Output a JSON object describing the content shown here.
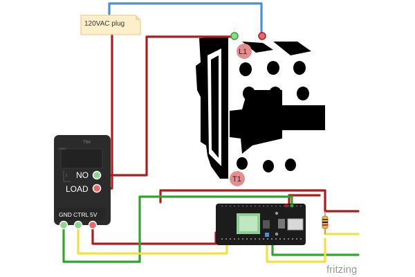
{
  "diagram": {
    "plug_label": "120VAC plug",
    "relay": {
      "top_text": "T9A",
      "side_text": "CNSK",
      "pins": {
        "no": "NO",
        "load": "LOAD",
        "gnd": "GND",
        "ctrl": "CTRL",
        "vcc": "5V"
      }
    },
    "contactor": {
      "line_label": "L1",
      "load_label": "T1"
    },
    "watermark": "fritzing",
    "colors": {
      "wire_red": "#b11a1a",
      "wire_blue": "#4a8fd6",
      "wire_green": "#2ea52e",
      "wire_yellow": "#f0e040",
      "relay_body": "#2b2b2b",
      "board": "#1c1c1c",
      "pin_red": "#e56b6b",
      "pin_green": "#8fd68f",
      "label_bg": "#fcefc9"
    }
  }
}
